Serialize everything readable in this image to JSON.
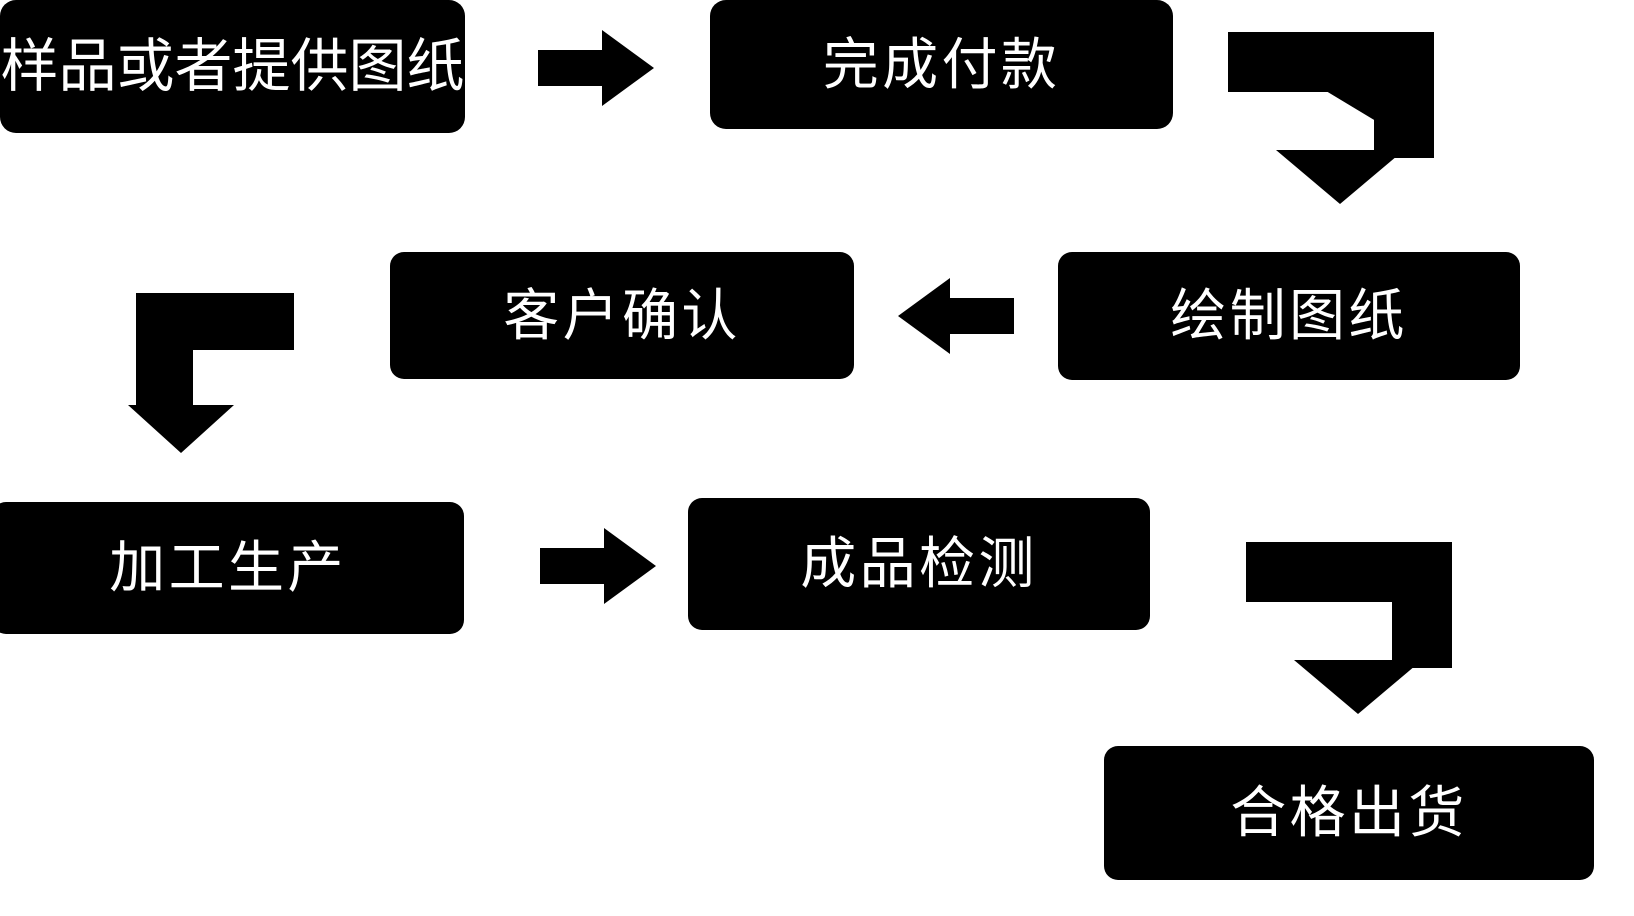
{
  "diagram": {
    "title": "",
    "type": "flowchart",
    "background_color": "#ffffff",
    "node_fill_color": "#000000",
    "node_text_color": "#ffffff",
    "connector_color": "#000000",
    "nodes": [
      {
        "id": "sample",
        "label": "样品或者提供图纸",
        "row": 1,
        "order": 1
      },
      {
        "id": "payment",
        "label": "完成付款",
        "row": 1,
        "order": 2
      },
      {
        "id": "drawing",
        "label": "绘制图纸",
        "row": 2,
        "order": 1
      },
      {
        "id": "confirm",
        "label": "客户确认",
        "row": 2,
        "order": 2
      },
      {
        "id": "production",
        "label": "加工生产",
        "row": 3,
        "order": 1
      },
      {
        "id": "inspection",
        "label": "成品检测",
        "row": 3,
        "order": 2
      },
      {
        "id": "shipment",
        "label": "合格出货",
        "row": 4,
        "order": 1
      }
    ],
    "connectors": [
      {
        "id": "sample-to-payment",
        "from": "sample",
        "to": "payment",
        "shape": "straight-right-arrow",
        "icon": "arrow-right-icon"
      },
      {
        "id": "payment-to-drawing",
        "from": "payment",
        "to": "drawing",
        "shape": "elbow-right-then-down-arrow",
        "icon": "arrow-elbow-down-right-icon"
      },
      {
        "id": "drawing-to-confirm",
        "from": "drawing",
        "to": "confirm",
        "shape": "straight-left-arrow",
        "icon": "arrow-left-icon"
      },
      {
        "id": "confirm-to-production",
        "from": "confirm",
        "to": "production",
        "shape": "elbow-left-then-down-arrow",
        "icon": "arrow-elbow-down-left-icon"
      },
      {
        "id": "production-to-inspection",
        "from": "production",
        "to": "inspection",
        "shape": "straight-right-arrow",
        "icon": "arrow-right-icon"
      },
      {
        "id": "inspection-to-shipment",
        "from": "inspection",
        "to": "shipment",
        "shape": "elbow-right-then-down-arrow",
        "icon": "arrow-elbow-down-right-icon"
      }
    ]
  }
}
